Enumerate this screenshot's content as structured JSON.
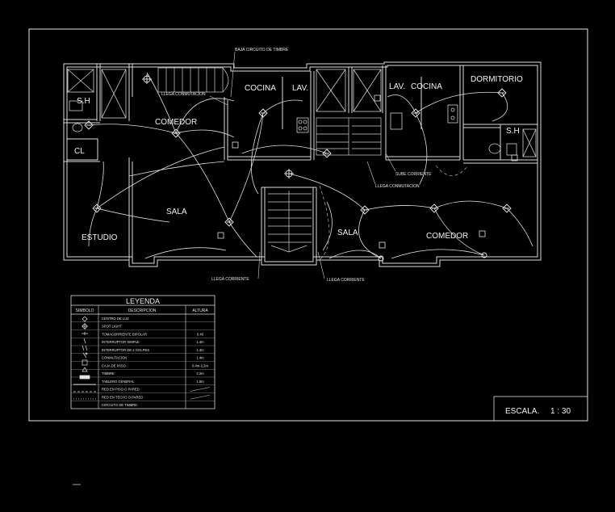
{
  "plan": {
    "rooms": {
      "sh_left": "S.H",
      "comedor_left": "COMEDOR",
      "cl": "CL",
      "sala_left": "SALA",
      "estudio": "ESTUDIO",
      "cocina_left": "COCINA",
      "lav_left": "LAV.",
      "lav_right": "LAV.",
      "cocina_right": "COCINA",
      "dormitorio": "DORMITORIO",
      "sh_right": "S.H",
      "sala_right": "SALA",
      "comedor_right": "COMEDOR"
    },
    "annotations": {
      "baja_circuito": "BAJA CIRCUITO DE TIMBRE",
      "llega_conmutacion_top": "LLEGA CONMUTACION",
      "sube_corriente": "SUBE CORRIENTE",
      "llega_conmutacion_right": "LLEGA CONMUTACION",
      "llega_corriente_left": "LLEGA CORRIENTE",
      "llega_corriente_right": "LLEGA CORRIENTE"
    }
  },
  "legend": {
    "title": "LEYENDA",
    "headers": [
      "SIMBOLO",
      "DESCRIPCION",
      "ALTURA"
    ],
    "rows": [
      {
        "desc": "CENTRO DE LUZ",
        "height": ""
      },
      {
        "desc": "SPOT LIGHT",
        "height": ""
      },
      {
        "desc": "TOMACORRIENTE BIPOLAR",
        "height": "0.40"
      },
      {
        "desc": "INTERRUPTOR SIMPLE",
        "height": "1.4m"
      },
      {
        "desc": "INTERRUPTOR DE 2 GOLPES",
        "height": "1.4m"
      },
      {
        "desc": "CONMUTACION",
        "height": "1.4m"
      },
      {
        "desc": "CAJA DE PASO",
        "height": "0.4m-2.2m"
      },
      {
        "desc": "TIMBRE",
        "height": "2.2m"
      },
      {
        "desc": "TABLERO GENERAL",
        "height": "1.8m"
      },
      {
        "desc": "RED EN PISO O PARED",
        "height": ""
      },
      {
        "desc": "RED EN TECHO O PARED",
        "height": ""
      },
      {
        "desc": "CIRCUITO DE TIMBRE",
        "height": ""
      }
    ]
  },
  "scale": {
    "label": "ESCALA.",
    "value": "1 : 30"
  }
}
